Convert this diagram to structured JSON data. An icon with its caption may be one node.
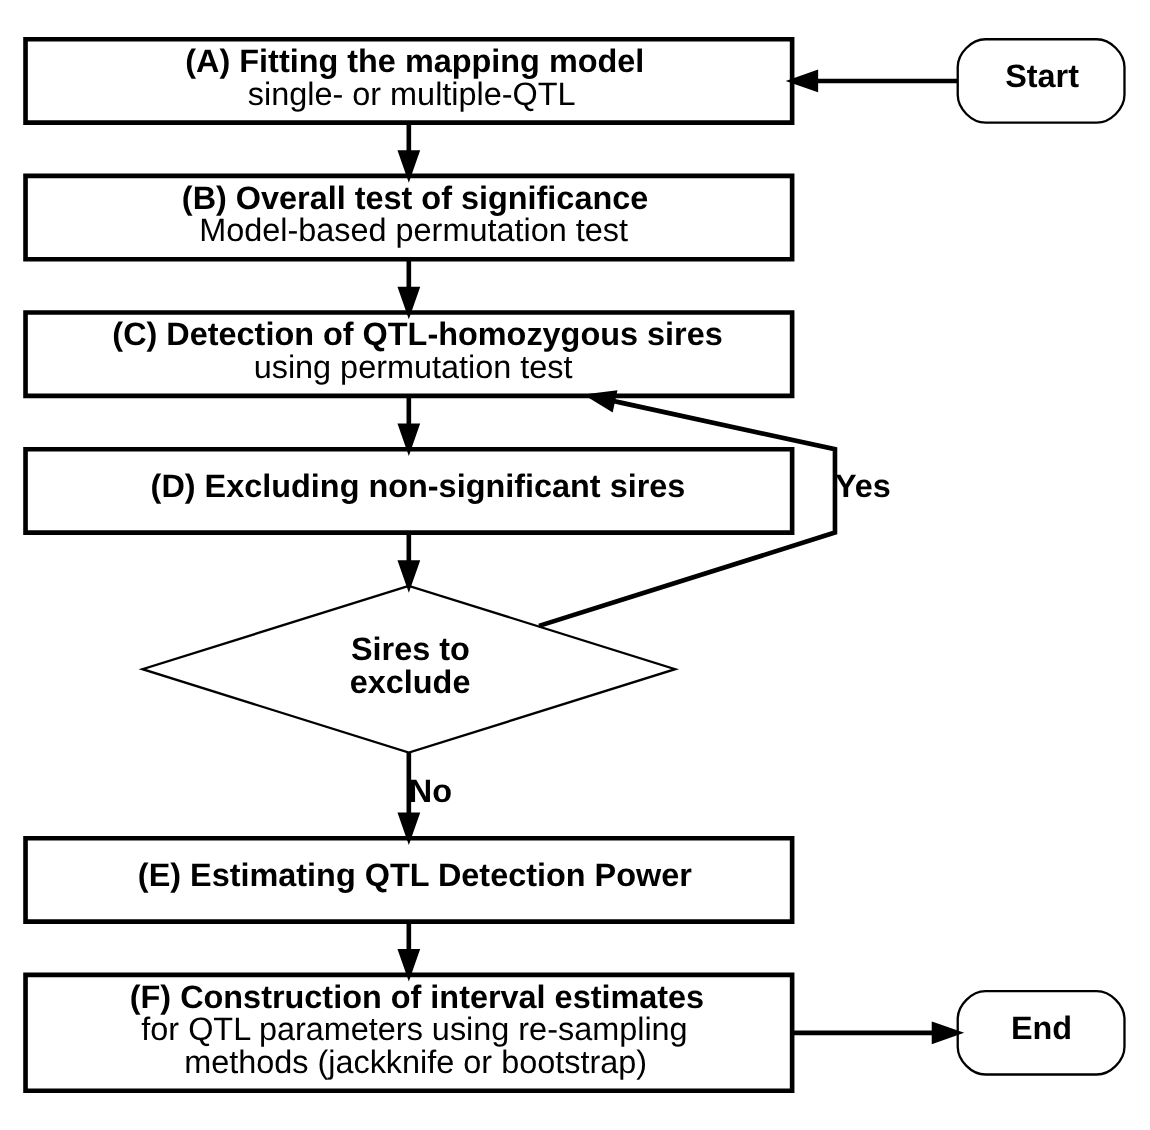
{
  "diagram": {
    "nodes": [
      {
        "text": [
          "(A) Fitting the mapping model",
          "single- or multiple-QTL"
        ]
      },
      {
        "text": [
          "Start"
        ]
      },
      {
        "text": [
          "(B) Overall test of significance",
          "Model-based permutation test"
        ]
      },
      {
        "text": [
          "(C) Detection of QTL-homozygous sires",
          "using permutation test"
        ]
      },
      {
        "text": [
          "(D) Excluding non-significant sires"
        ]
      },
      {
        "text": [
          "Sires to exclude"
        ]
      },
      {
        "text": [
          "(E) Estimating QTL Detection Power"
        ]
      },
      {
        "text": [
          "(F) Construction of interval estimates",
          "for QTL parameters using re-sampling methods (jackknife or bootstrap)"
        ]
      },
      {
        "text": [
          "End"
        ]
      }
    ],
    "edges": [
      {
        "from": 1,
        "to": 0,
        "arrow": "to"
      },
      {
        "from": 0,
        "to": 2,
        "arrow": "to"
      },
      {
        "from": 2,
        "to": 3,
        "arrow": "to"
      },
      {
        "from": 3,
        "to": 4,
        "arrow": "to"
      },
      {
        "from": 4,
        "to": 5,
        "arrow": "to"
      },
      {
        "from": 5,
        "to": 3,
        "arrow": "to",
        "label": "Yes"
      },
      {
        "from": 5,
        "to": 6,
        "arrow": "to",
        "label": "No"
      },
      {
        "from": 6,
        "to": 7,
        "arrow": "to"
      },
      {
        "from": 7,
        "to": 8,
        "arrow": "to"
      }
    ]
  }
}
